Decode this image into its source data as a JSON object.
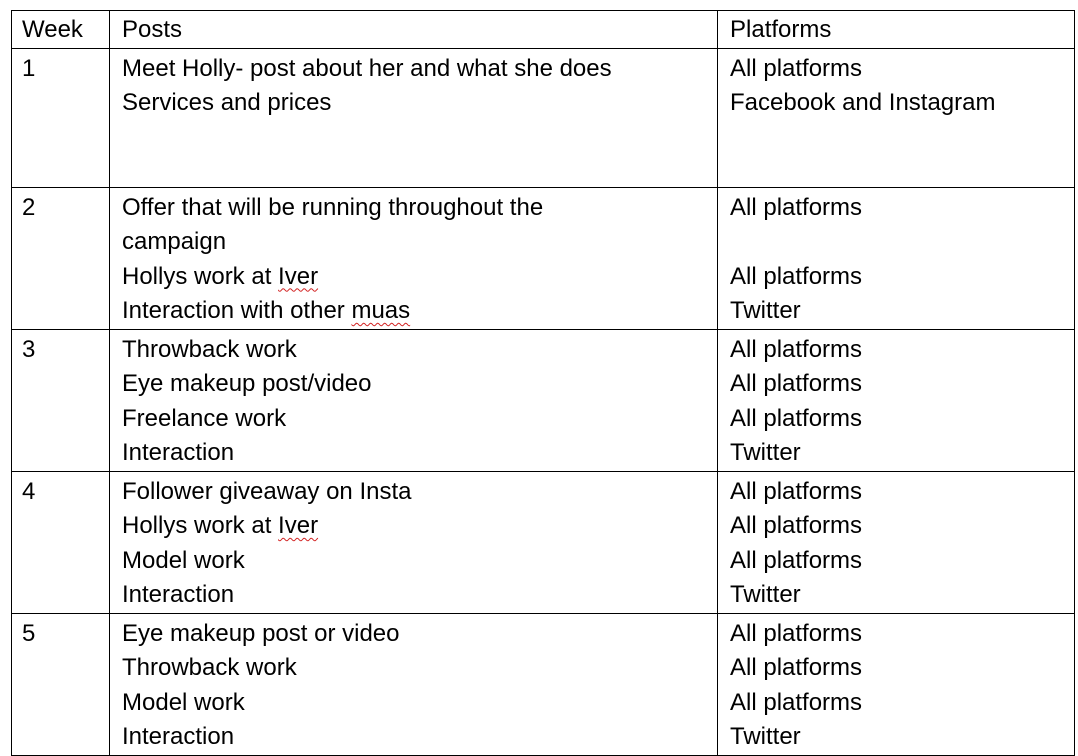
{
  "table": {
    "headers": [
      "Week",
      "Posts",
      "Platforms"
    ],
    "rows": [
      {
        "week": "1",
        "posts": [
          [
            "Meet Holly- post about her and what she does"
          ],
          [
            "Services and prices"
          ]
        ],
        "platforms": [
          "All platforms",
          "Facebook and Instagram"
        ]
      },
      {
        "week": "2",
        "posts": [
          [
            "Offer that will be running throughout the"
          ],
          [
            "campaign"
          ],
          [
            "Hollys work at ",
            "Iver"
          ],
          [
            "Interaction with other ",
            "muas"
          ]
        ],
        "platforms": [
          "All platforms",
          "",
          "All platforms",
          "Twitter"
        ]
      },
      {
        "week": "3",
        "posts": [
          [
            "Throwback work"
          ],
          [
            "Eye makeup post/video"
          ],
          [
            "Freelance work"
          ],
          [
            "Interaction"
          ]
        ],
        "platforms": [
          "All platforms",
          "All platforms",
          "All platforms",
          "Twitter"
        ]
      },
      {
        "week": "4",
        "posts": [
          [
            "Follower giveaway on Insta"
          ],
          [
            "Hollys work at ",
            "Iver"
          ],
          [
            "Model work"
          ],
          [
            "Interaction"
          ]
        ],
        "platforms": [
          "All platforms",
          "All platforms",
          "All platforms",
          "Twitter"
        ]
      },
      {
        "week": "5",
        "posts": [
          [
            "Eye makeup post or video"
          ],
          [
            "Throwback work"
          ],
          [
            "Model work"
          ],
          [
            "Interaction"
          ]
        ],
        "platforms": [
          "All platforms",
          "All platforms",
          "All platforms",
          "Twitter"
        ]
      }
    ]
  }
}
